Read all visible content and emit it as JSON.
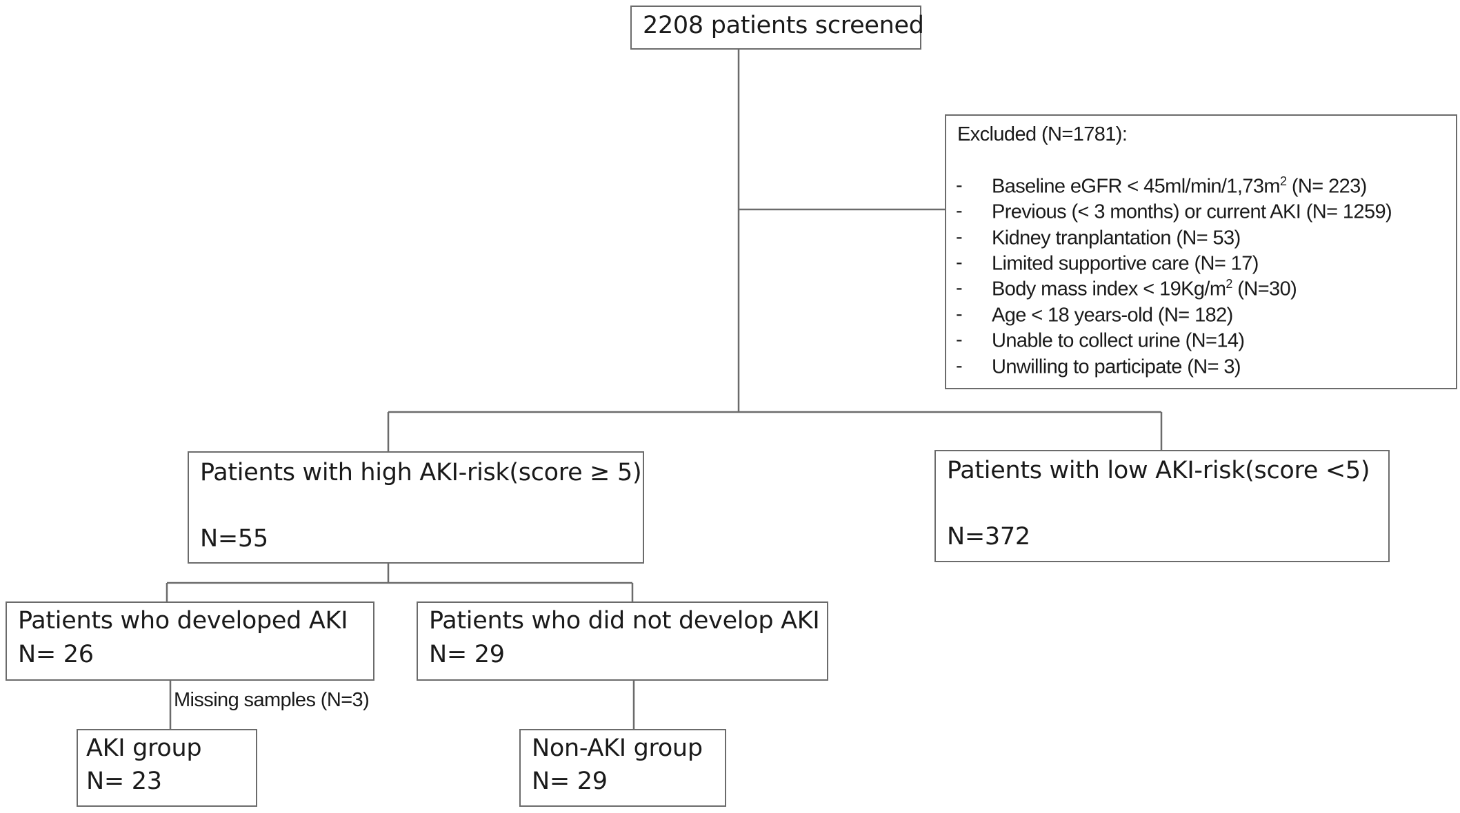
{
  "screened": {
    "label": "2208 patients screened"
  },
  "excluded": {
    "title": "Excluded (N=1781):",
    "bullet": "-",
    "items": [
      {
        "pre": "Baseline eGFR < 45ml/min/1,73m",
        "sup": "2",
        "post": " (N= 223)"
      },
      {
        "pre": "Previous (< 3 months) or current AKI (N= 1259)",
        "sup": "",
        "post": ""
      },
      {
        "pre": "Kidney tranplantation  (N= 53)",
        "sup": "",
        "post": ""
      },
      {
        "pre": "Limited supportive care (N= 17)",
        "sup": "",
        "post": ""
      },
      {
        "pre": "Body mass index < 19Kg/m",
        "sup": "2",
        "post": " (N=30)"
      },
      {
        "pre": "Age < 18 years-old (N= 182)",
        "sup": "",
        "post": ""
      },
      {
        "pre": "Unable to collect urine (N=14)",
        "sup": "",
        "post": ""
      },
      {
        "pre": "Unwilling  to participate (N= 3)",
        "sup": "",
        "post": ""
      }
    ]
  },
  "high_risk": {
    "label": "Patients with high AKI-risk(score ≥ 5)",
    "n": "N=55"
  },
  "low_risk": {
    "label": "Patients with low AKI-risk(score  <5)",
    "n": "N=372"
  },
  "developed": {
    "label": "Patients who developed AKI",
    "n": "N= 26"
  },
  "not_developed": {
    "label": "Patients who did not develop AKI",
    "n": "N= 29"
  },
  "missing": {
    "label": "Missing samples (N=3)"
  },
  "aki_group": {
    "label": "AKI group",
    "n": "N= 23"
  },
  "non_aki_group": {
    "label": "Non-AKI group",
    "n": "N= 29"
  },
  "colors": {
    "border": "#6b6b6b",
    "line": "#6b6b6b",
    "text": "#1a1a1a"
  }
}
